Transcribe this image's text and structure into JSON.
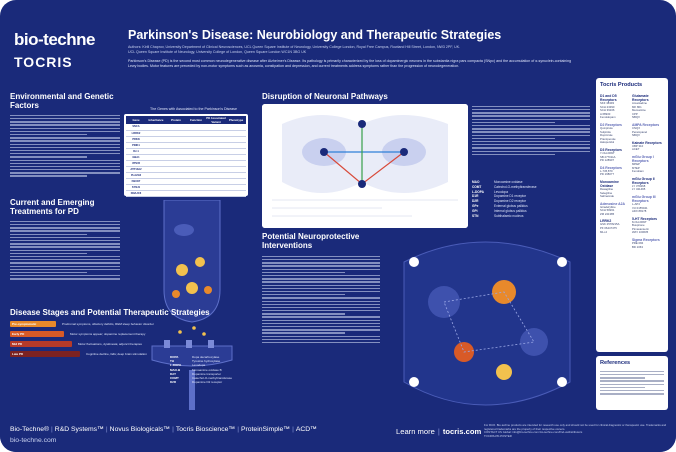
{
  "brand": {
    "name": "bio-techne",
    "sub": "TOCRIS"
  },
  "header": {
    "title": "Parkinson's Disease: Neurobiology and Therapeutic Strategies",
    "authors": "Authors: Kirill Chaprov, University Department of Clinical Neurosciences, UCL Queen Square Institute of Neurology, University College London, Royal Free Campus, Rowland Hill Street, London, NW3 2PF, UK.",
    "authors2": "UCL Queen Square Institute of Neurology, University College of London, Queen Square London WC1N 3BG UK",
    "abstract": "Parkinson's Disease (PD) is the second most common neurodegenerative disease after Alzheimer's Disease. Its pathology is primarily characterized by the loss of dopaminergic neurons in the substantia nigra pars compacta (SNpc) and the accumulation of α-synuclein-containing Lewy bodies. Motor features are preceded by non-motor symptoms such as anosmia, constipation and depression, and current treatments address symptoms rather than the progression of neurodegeneration."
  },
  "sections": {
    "environmental": {
      "title": "Environmental and Genetic Factors"
    },
    "current": {
      "title": "Current and Emerging Treatments for PD"
    },
    "disruption": {
      "title": "Disruption of Neuronal Pathways"
    },
    "neuroprotective": {
      "title": "Potential Neuroprotective Interventions"
    },
    "stages": {
      "title": "Disease Stages and Potential Therapeutic Strategies"
    }
  },
  "gene_table": {
    "caption": "The Genes with Associated to the Parkinson's Disease",
    "headers": [
      "Gene",
      "Inheritance",
      "Protein",
      "Function",
      "PD Associated Variant",
      "Phenotype"
    ],
    "rows": [
      "SNCA",
      "LRRK2",
      "PRKN",
      "PINK1",
      "DJ-1",
      "GBA1",
      "VPS35",
      "ATP13A2",
      "PLA2G6",
      "FBXO7",
      "SYNJ1",
      "DNAJC6"
    ]
  },
  "abbreviations": [
    {
      "k": "MAO",
      "v": "Monoamine oxidase"
    },
    {
      "k": "COMT",
      "v": "Catechol-O-methyltransferase"
    },
    {
      "k": "L-DOPA",
      "v": "Levodopa"
    },
    {
      "k": "D1R",
      "v": "Dopamine D1 receptor"
    },
    {
      "k": "D2R",
      "v": "Dopamine D2 receptor"
    },
    {
      "k": "GPe",
      "v": "External globus pallidus"
    },
    {
      "k": "GPi",
      "v": "Internal globus pallidus"
    },
    {
      "k": "STN",
      "v": "Subthalamic nucleus"
    }
  ],
  "neuron_legend": [
    {
      "k": "DOPA",
      "v": "Dopa decarboxylase"
    },
    {
      "k": "TH",
      "v": "Tyrosine hydroxylase"
    },
    {
      "k": "L-DOPA",
      "v": "Levodopa"
    },
    {
      "k": "MAO-B",
      "v": "Monoamine oxidase B"
    },
    {
      "k": "DAT",
      "v": "Dopamine transporter"
    },
    {
      "k": "COMT",
      "v": "Catechol-O-methyltransferase"
    },
    {
      "k": "D2R",
      "v": "Dopamine D2 receptor"
    }
  ],
  "stages": [
    {
      "label": "Pre-symptomatic",
      "color": "#e8892b",
      "desc": "Prodromal symptoms, olfactory deficits, REM sleep behavior disorder"
    },
    {
      "label": "Early PD",
      "color": "#d85a27",
      "desc": "Motor symptoms appear; dopamine replacement therapy"
    },
    {
      "label": "Mid PD",
      "color": "#b53a2a",
      "desc": "Motor fluctuations, dyskinesia; adjunct therapies"
    },
    {
      "label": "Late PD",
      "color": "#7c2222",
      "desc": "Cognitive decline, falls; deep brain stimulation"
    }
  ],
  "products": {
    "title": "Tocris Products",
    "col1": [
      {
        "group": "D1 and D5 Receptors",
        "items": [
          "SKF 38393",
          "SCH 23390",
          "SCH 39166",
          "A 68930",
          "Fenoldopam"
        ]
      },
      {
        "group": "D2 Receptors",
        "items": [
          "Quinpirole",
          "Sulpiride",
          "Ropinirole",
          "Pramipexole",
          "Haloperidol"
        ]
      },
      {
        "group": "D3 Receptors",
        "items": [
          "7-OH-DPAT",
          "SB 277011A",
          "PD 128907"
        ]
      },
      {
        "group": "D4 Receptors",
        "items": [
          "L-745,870",
          "PD 168077"
        ]
      },
      {
        "group": "Monoamine Oxidase",
        "items": [
          "Rasagiline",
          "Selegiline",
          "Safinamide"
        ]
      },
      {
        "group": "Adenosine A2A",
        "items": [
          "Istradefylline",
          "SCH 58261",
          "ZM 241385"
        ]
      },
      {
        "group": "LRRK2",
        "items": [
          "GSK 2578215A",
          "PF 06447475",
          "MLi-2"
        ]
      }
    ],
    "col2": [
      {
        "group": "Glutamate Receptors",
        "items": [
          "Amantadine",
          "MK 801",
          "Memantine",
          "CPP",
          "NBQX"
        ]
      },
      {
        "group": "AMPA Receptors",
        "items": [
          "CNQX",
          "Perampanel",
          "NBQX"
        ]
      },
      {
        "group": "Kainate Receptors",
        "items": [
          "UBP 310",
          "ACET"
        ]
      },
      {
        "group": "mGlu Group I Receptors",
        "items": [
          "MPEP",
          "MTEP",
          "Fenobam"
        ]
      },
      {
        "group": "mGlu Group II Receptors",
        "items": [
          "LY 379268",
          "LY 341495"
        ]
      },
      {
        "group": "mGlu Group III Receptors",
        "items": [
          "L-AP4",
          "VU 0155041",
          "ADX 88178"
        ]
      },
      {
        "group": "5-HT Receptors",
        "items": [
          "8-OH-DPAT",
          "Buspirone",
          "Pimavanserin",
          "WAY 100635"
        ]
      },
      {
        "group": "Sigma Receptors",
        "items": [
          "PRE 084",
          "BD 1063"
        ]
      }
    ]
  },
  "references": {
    "title": "References"
  },
  "footer": {
    "brands": [
      "Bio-Techne®",
      "R&D Systems™",
      "Novus Biologicals™",
      "Tocris Bioscience™",
      "ProteinSimple™",
      "ACD™"
    ],
    "url": "bio-techne.com",
    "learn": "Learn more",
    "learn_url": "tocris.com",
    "legal": "For RUO. Bio-techne products are intended for research use only and should not be used for clinical diagnostic or therapeutic use. Trademarks and registered trademarks are the property of their respective owners.",
    "contact": "CONTACT US Global: info@bio-techne.com  bio-techne.com/find-us/distributors",
    "code": "TOCRIS-PD-POSTER"
  }
}
